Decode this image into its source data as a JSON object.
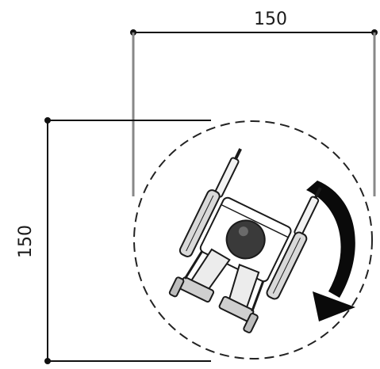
{
  "diagram": {
    "top_dimension": {
      "label": "150"
    },
    "left_dimension": {
      "label": "150"
    },
    "turning_circle": {
      "style": "dashed"
    },
    "rotation_arrow": {
      "direction": "clockwise"
    },
    "wheelchair": {
      "icon": "wheelchair-top-view-icon"
    }
  }
}
